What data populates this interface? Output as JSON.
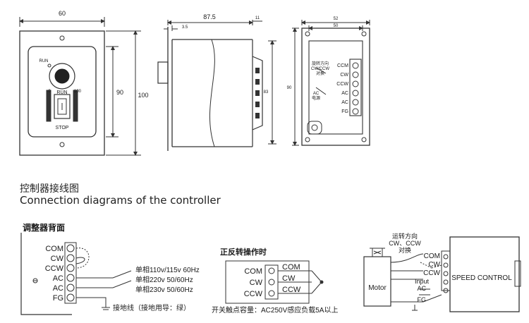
{
  "top": {
    "front": {
      "dim_width": "60",
      "dim_inner": "90",
      "dim_outer": "100",
      "run_small": "RUN",
      "scale_min": "0",
      "scale_max": "100",
      "run_label": "RUN",
      "stop_label": "STOP"
    },
    "side": {
      "dim_length": "87.5",
      "dim_left": "3.5",
      "dim_right": "11",
      "dim_height": "83"
    },
    "back": {
      "dim_outer": "52",
      "dim_inner": "50",
      "dim_height": "90",
      "note_direction": "旋转方向\nCW/CCW\n对换",
      "note_ac": "AC\n电源",
      "terminals": [
        "CCM",
        "CW",
        "CCW",
        "AC",
        "AC",
        "FG"
      ]
    }
  },
  "headings": {
    "cn": "控制器接线图",
    "en": "Connection diagrams of the controller"
  },
  "rear": {
    "title": "调整器背面",
    "terminals": [
      "COM",
      "CW",
      "CCW",
      "AC",
      "AC",
      "FG"
    ],
    "power_lines": [
      "单相110v/115v 60Hz",
      "单相220v 50/60Hz",
      "单相230v 50/60Hz"
    ],
    "ground_note": "接地线（接地用导：绿）"
  },
  "switch": {
    "title": "正反转操作时",
    "left_labels": [
      "COM",
      "CW",
      "CCW"
    ],
    "right_labels": [
      "COM",
      "CW",
      "CCW"
    ],
    "capacity_note": "开关触点容量：AC250V感应负载5A以上"
  },
  "motor": {
    "note_direction": "运转方向\nCW、CCW\n对换",
    "motor_label": "Motor",
    "terminals": [
      "COM",
      "CW",
      "CCW"
    ],
    "input_label": "Input",
    "ac_label": "AC",
    "fg_label": "FG",
    "speed_control": "SPEED CONTROL"
  }
}
